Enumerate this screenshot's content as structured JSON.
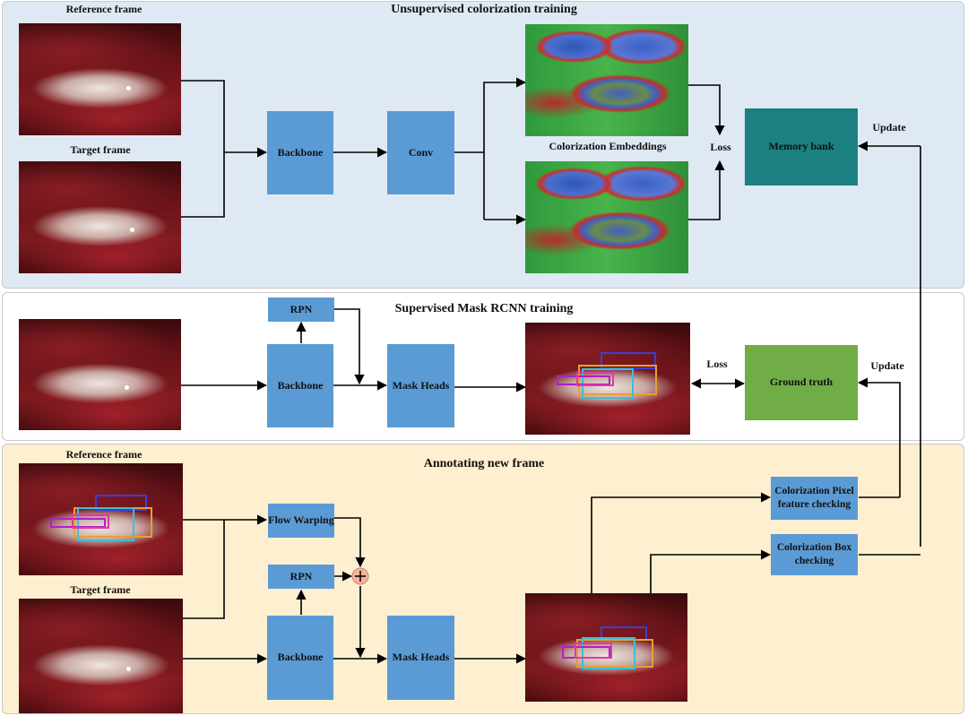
{
  "sections": {
    "top": {
      "title": "Unsupervised colorization training"
    },
    "middle": {
      "title": "Supervised Mask RCNN training"
    },
    "bottom": {
      "title": "Annotating new frame"
    }
  },
  "labels": {
    "top_reference": "Reference frame",
    "top_target": "Target frame",
    "colorization_embeddings": "Colorization Embeddings",
    "top_loss": "Loss",
    "top_update": "Update",
    "mid_loss": "Loss",
    "mid_update": "Update",
    "bottom_reference": "Reference frame",
    "bottom_target": "Target frame"
  },
  "boxes": {
    "top_backbone": "Backbone",
    "top_conv": "Conv",
    "memory_bank": "Memory bank",
    "mid_rpn": "RPN",
    "mid_backbone": "Backbone",
    "mid_mask_heads": "Mask Heads",
    "ground_truth": "Ground truth",
    "flow_warping": "Flow Warping",
    "bot_rpn": "RPN",
    "bot_backbone": "Backbone",
    "bot_mask_heads": "Mask Heads",
    "pixel_check": "Colorization Pixel feature checking",
    "box_check": "Colorization Box checking"
  },
  "colors": {
    "process_box": "#5b9bd5",
    "memory_bank": "#1c8080",
    "ground_truth": "#70ad47",
    "top_panel": "#dfe9f4",
    "bottom_panel": "#fdefcf"
  }
}
